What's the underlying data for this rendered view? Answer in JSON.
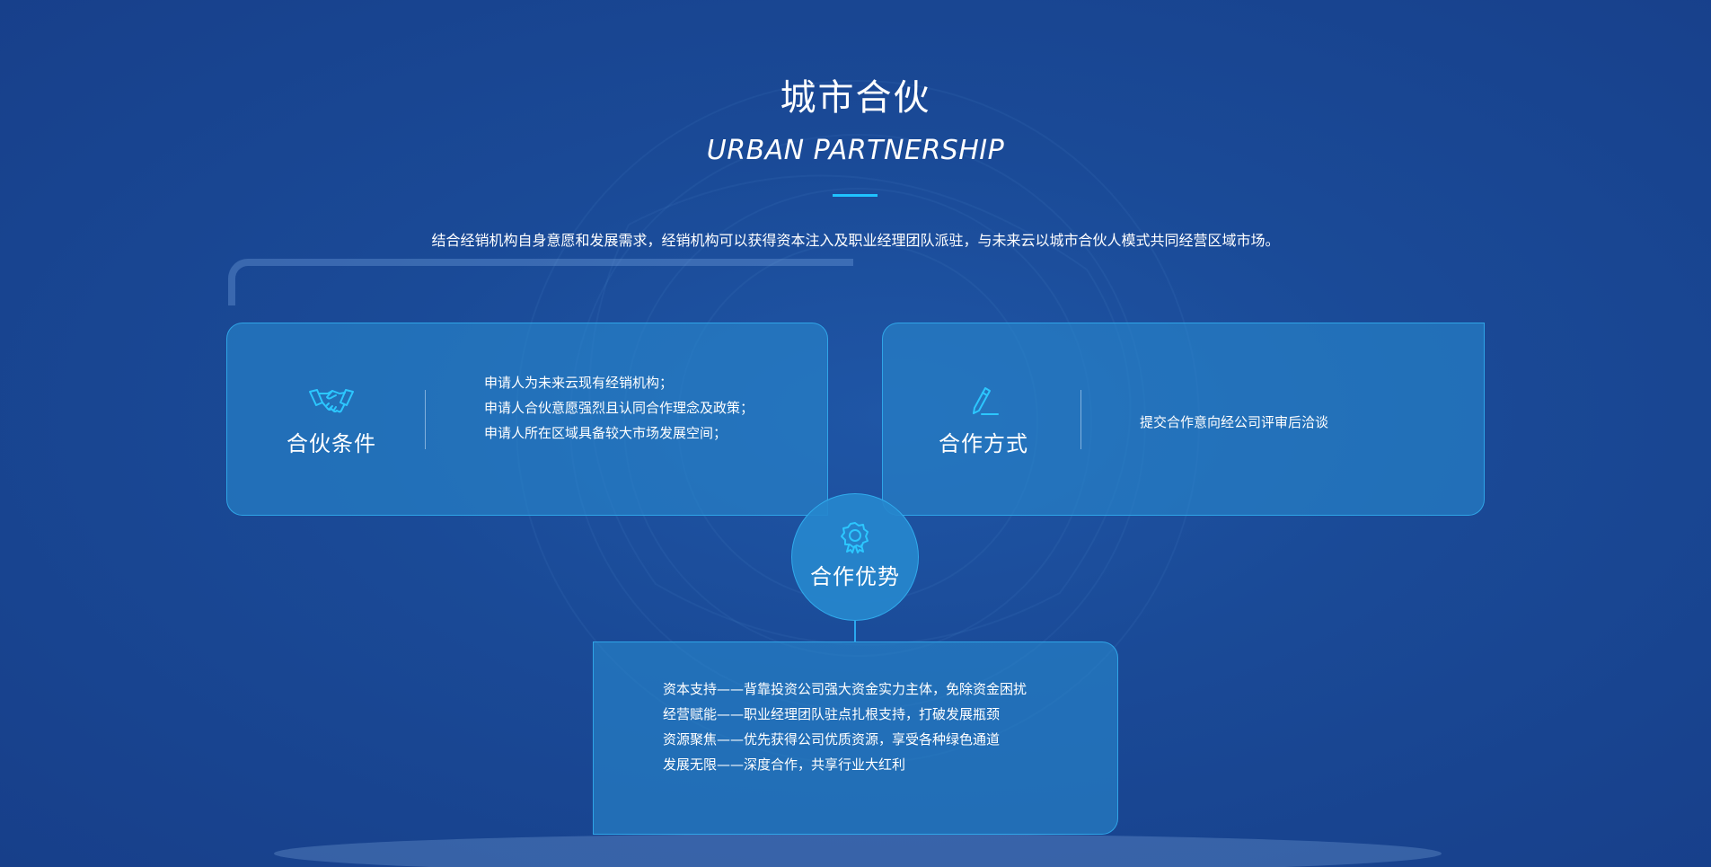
{
  "header": {
    "title": "城市合伙",
    "subtitle": "URBAN PARTNERSHIP",
    "intro": "结合经销机构自身意愿和发展需求，经销机构可以获得资本注入及职业经理团队派驻，与未来云以城市合伙人模式共同经营区域市场。"
  },
  "conditions": {
    "title": "合伙条件",
    "icon": "handshake-icon",
    "items": [
      "申请人为未来云现有经销机构；",
      "申请人合伙意愿强烈且认同合作理念及政策；",
      "申请人所在区域具备较大市场发展空间；"
    ]
  },
  "method": {
    "title": "合作方式",
    "icon": "pen-icon",
    "text": "提交合作意向经公司评审后洽谈"
  },
  "advantages": {
    "title": "合作优势",
    "icon": "award-icon",
    "items": [
      "资本支持——背靠投资公司强大资金实力主体，免除资金困扰",
      "经营赋能——职业经理团队驻点扎根支持，打破发展瓶颈",
      "资源聚焦——优先获得公司优质资源，享受各种绿色通道",
      "发展无限——深度合作，共享行业大红利"
    ]
  },
  "colors": {
    "background": "#1a4a97",
    "card": "#2887cd",
    "accent": "#1fc2ff"
  }
}
